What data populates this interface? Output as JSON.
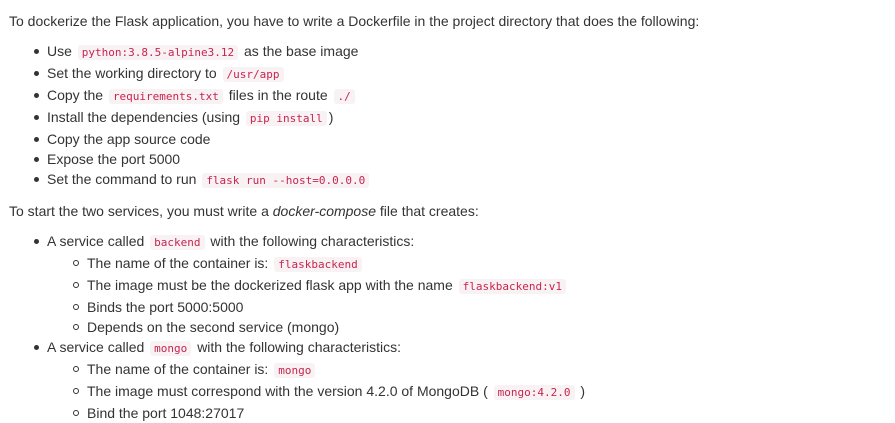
{
  "intro": "To dockerize the Flask application, you have to write a Dockerfile in the project directory that does the following:",
  "steps": [
    {
      "pre": "Use",
      "code": "python:3.8.5-alpine3.12",
      "post": "as the base image"
    },
    {
      "pre": "Set the working directory to",
      "code": "/usr/app",
      "post": ""
    },
    {
      "pre": "Copy the",
      "code": "requirements.txt",
      "post": "files in the route",
      "code2": "./"
    },
    {
      "pre": "Install the dependencies (using",
      "code": "pip install",
      "post": ")"
    },
    {
      "text": "Copy the app source code"
    },
    {
      "text": "Expose the port 5000"
    },
    {
      "pre": "Set the command to run",
      "code": "flask run --host=0.0.0.0",
      "post": ""
    }
  ],
  "compose_intro": {
    "pre": "To start the two services, you must write a",
    "em": "docker-compose",
    "post": "file that creates:"
  },
  "services": [
    {
      "pre": "A service called",
      "code": "backend",
      "post": "with the following characteristics:",
      "items": [
        {
          "pre": "The name of the container is:",
          "code": "flaskbackend",
          "post": ""
        },
        {
          "pre": "The image must be the dockerized flask app with the name",
          "code": "flaskbackend:v1",
          "post": ""
        },
        {
          "text": "Binds the port 5000:5000"
        },
        {
          "text": "Depends on the second service (mongo)"
        }
      ]
    },
    {
      "pre": "A service called",
      "code": "mongo",
      "post": "with the following characteristics:",
      "items": [
        {
          "pre": "The name of the container is:",
          "code": "mongo",
          "post": ""
        },
        {
          "pre": "The image must correspond with the version 4.2.0 of MongoDB (",
          "code": "mongo:4.2.0",
          "post": ")"
        },
        {
          "text": "Bind the port 1048:27017"
        }
      ]
    }
  ]
}
